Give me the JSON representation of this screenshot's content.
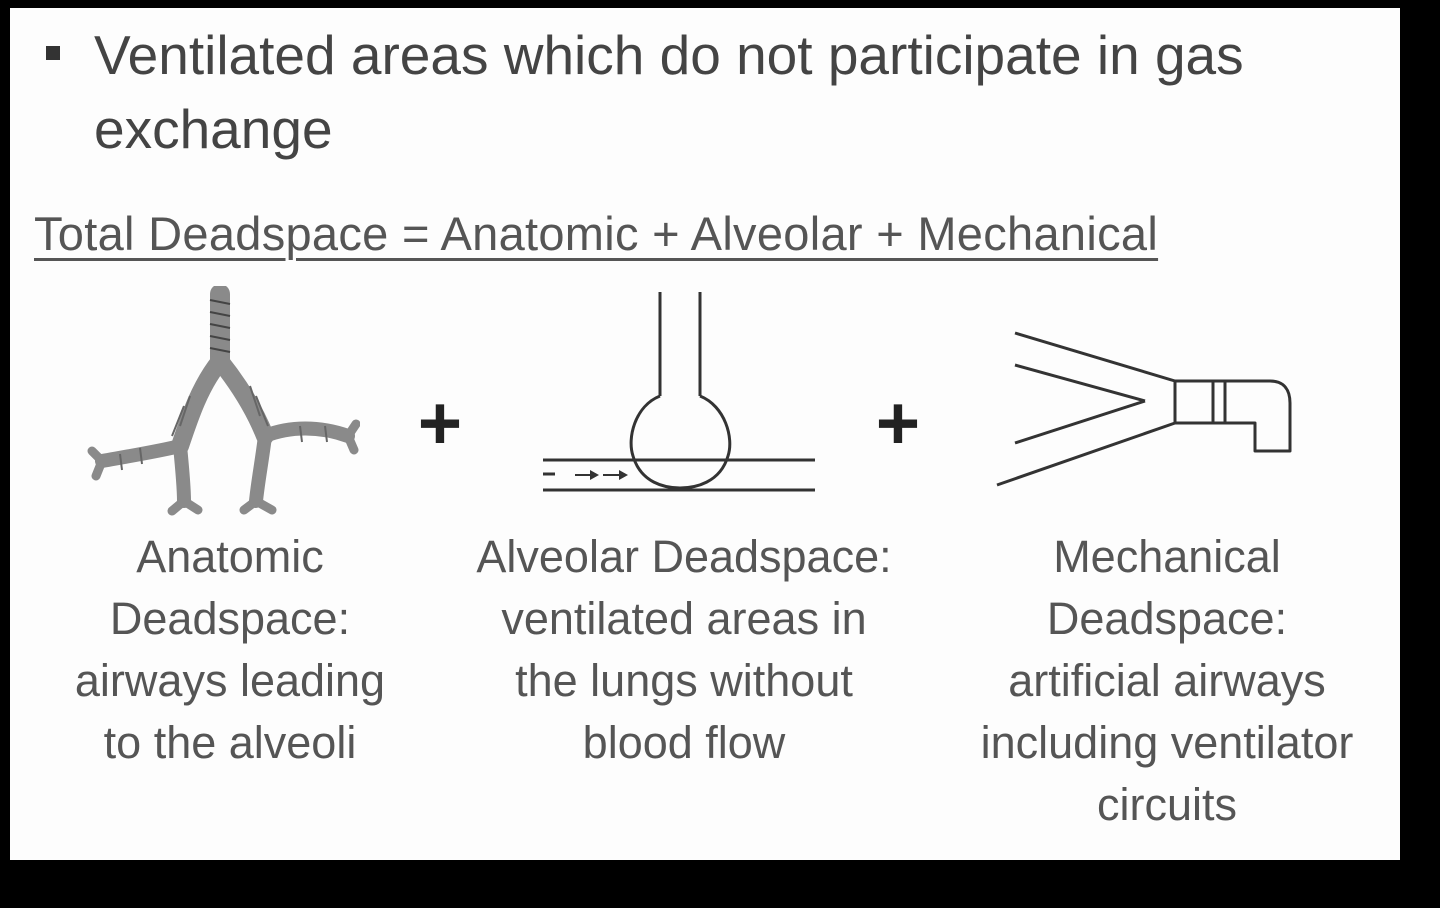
{
  "bullet": {
    "text": "Ventilated areas which do not participate in gas exchange"
  },
  "formula": {
    "text": "Total Deadspace = Anatomic + Alveolar + Mechanical"
  },
  "operators": {
    "plus_1": "+",
    "plus_2": "+"
  },
  "panels": [
    {
      "title": "Anatomic Deadspace:",
      "description": "airways leading to the alveoli",
      "icon": "airway-tree-icon"
    },
    {
      "title": "Alveolar Deadspace:",
      "description": "ventilated areas in the lungs without blood flow",
      "icon": "alveolus-icon"
    },
    {
      "title": "Mechanical Deadspace:",
      "description": "artificial airways including ventilator circuits",
      "icon": "ventilator-circuit-icon"
    }
  ]
}
